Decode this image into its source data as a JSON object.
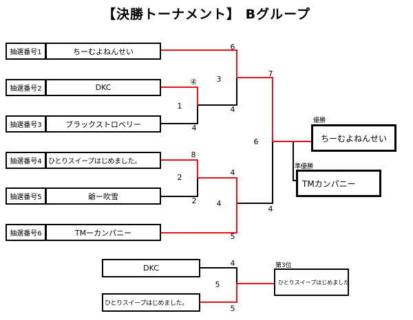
{
  "title": "【決勝トーナメント】 Bグループ",
  "entries": [
    {
      "lot": "抽選番号1",
      "team": "ちーむよねんせい"
    },
    {
      "lot": "抽選番号2",
      "team": "DKC"
    },
    {
      "lot": "抽選番号3",
      "team": "ブラックストロベリー"
    },
    {
      "lot": "抽選番号4",
      "team": "ひとりスイープはじめました。"
    },
    {
      "lot": "抽選番号5",
      "team": "爺ー吹雪"
    },
    {
      "lot": "抽選番号6",
      "team": "TMーカンパニー"
    }
  ],
  "scores": {
    "t1_m1": "6",
    "t2_m1": "④",
    "match1_no": "3",
    "m1_left_bottom": "4",
    "match_a_no": "1",
    "t3_a": "4",
    "t4_b": "8",
    "match_b_no": "2",
    "t5_b": "2",
    "semi_b_top": "4",
    "match_c_no": "4",
    "t6_c": "5",
    "final_top": "7",
    "final_no": "6",
    "final_bottom": "4",
    "third_top": "4",
    "third_no": "5",
    "third_bottom": "5"
  },
  "results": {
    "champion_label": "優勝",
    "champion": "ちーむよねんせい",
    "runner_up_label": "準優勝",
    "runner_up": "TMカンパニー",
    "third_label": "第3位",
    "third": "ひとりスイープはじめました。"
  },
  "third_place_match": {
    "top": "DKC",
    "bottom": "ひとりスイープはじめました。"
  },
  "colors": {
    "win_line": "#e8101a",
    "line": "#000000"
  }
}
